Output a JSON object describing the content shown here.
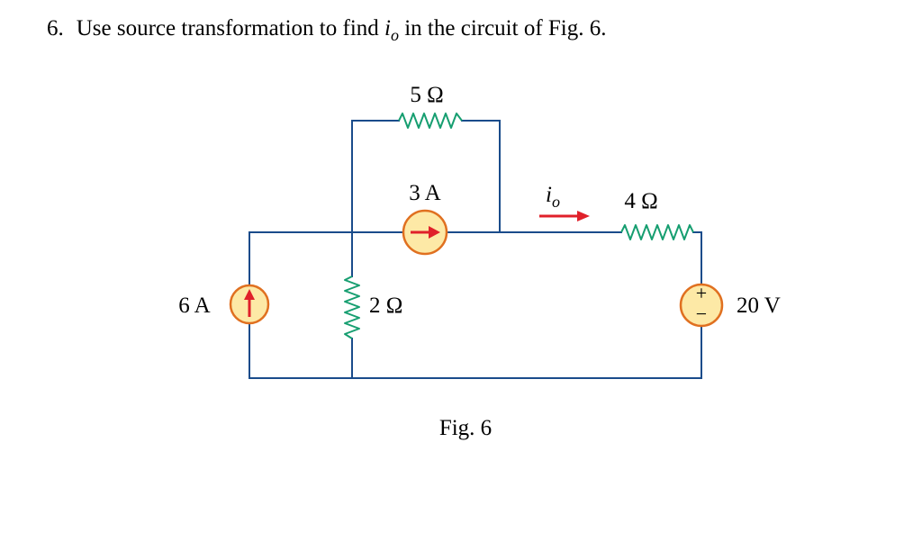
{
  "problem": {
    "number": "6.",
    "text_before": "Use source transformation to find",
    "variable": "i",
    "subscript": "o",
    "text_after": "in the circuit of Fig. 6."
  },
  "circuit": {
    "r_top": "5 Ω",
    "src_3a": "3 A",
    "i_label": "i",
    "i_sub": "o",
    "r_4": "4 Ω",
    "src_6a": "6 A",
    "r_2": "2 Ω",
    "v_src": "20 V",
    "plus_sign": "+",
    "minus_sign": "−"
  },
  "figure": {
    "caption": "Fig. 6"
  },
  "colors": {
    "wire": "#1a4c8b",
    "resistor": "#169e70",
    "source_fill": "#fde9a6",
    "source_stroke": "#e07020",
    "arrow": "#e0202a"
  },
  "icons": [
    "current-source-up-icon",
    "current-source-right-icon",
    "voltage-source-icon",
    "current-arrow-icon"
  ]
}
